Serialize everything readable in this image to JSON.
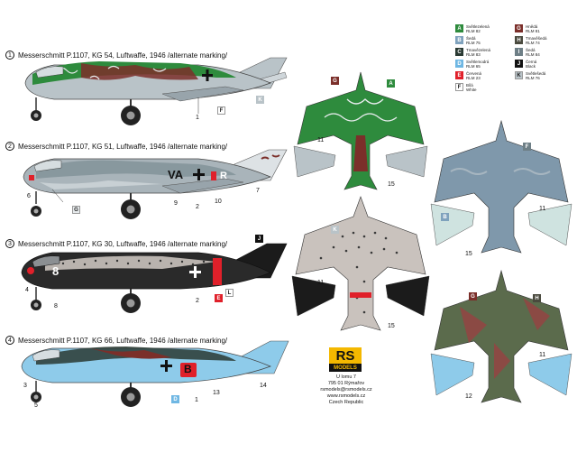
{
  "profiles": [
    {
      "num": "1",
      "title": "Messerschmitt P.1107, KG 54, Luftwaffe, 1946 /alternate marking/"
    },
    {
      "num": "2",
      "title": "Messerschmitt P.1107, KG 51, Luftwaffe, 1946 /alternate marking/"
    },
    {
      "num": "3",
      "title": "Messerschmitt P.1107, KG 30, Luftwaffe, 1946 /alternate marking/"
    },
    {
      "num": "4",
      "title": "Messerschmitt P.1107, KG 66, Luftwaffe, 1946 /alternate marking/"
    }
  ],
  "codes": {
    "p2_letters_left": "VA",
    "p2_letter_right": "R",
    "p3_number": "8",
    "p4_letter": "B"
  },
  "callouts": {
    "c1": "1",
    "c2": "2",
    "c3": "3",
    "c4": "4",
    "c5": "5",
    "c6": "6",
    "c7": "7",
    "c8": "8",
    "c9": "9",
    "c10": "10",
    "c11": "11",
    "c12": "12",
    "c13": "13",
    "c14": "14",
    "c15": "15"
  },
  "legend": [
    {
      "code": "A",
      "color": "#2e8b3d",
      "line1": "Světlezelená",
      "line2": "RLM 82"
    },
    {
      "code": "G",
      "color": "#7b2f2a",
      "line1": "Hnědá",
      "line2": "RLM 81"
    },
    {
      "code": "B",
      "color": "#7fa2bd",
      "line1": "Šedá",
      "line2": "RLM 75"
    },
    {
      "code": "H",
      "color": "#4a4a3e",
      "line1": "Tmavěšedá",
      "line2": "RLM 74"
    },
    {
      "code": "C",
      "color": "#2a3a33",
      "line1": "Tmavězelená",
      "line2": "RLM 83"
    },
    {
      "code": "I",
      "color": "#6e7f86",
      "line1": "Šedá",
      "line2": "RLM 84"
    },
    {
      "code": "D",
      "color": "#6fb7e3",
      "line1": "Světlemodrá",
      "line2": "RLM 65"
    },
    {
      "code": "J",
      "color": "#111111",
      "line1": "Černá",
      "line2": "Black"
    },
    {
      "code": "E",
      "color": "#e0202a",
      "line1": "Červená",
      "line2": "RLM 23"
    },
    {
      "code": "K",
      "color": "#b9c3c8",
      "line1": "Světlešedá",
      "line2": "RLM 76"
    },
    {
      "code": "F",
      "color": "#ffffff",
      "line1": "Bílá",
      "line2": "White"
    }
  ],
  "brand": {
    "logo_top": "RS",
    "logo_bottom": "MODELS"
  },
  "address": {
    "line1": "U lomu 7",
    "line2": "795 01 Rýmařov",
    "line3": "rsmodels@rsmodels.cz",
    "line4": "www.rsmodels.cz",
    "line5": "Czech Republic"
  },
  "colors": {
    "rlm82": "#2e8b3d",
    "rlm81": "#7b2f2a",
    "rlm75": "#7fa2bd",
    "rlm74": "#4a4a3e",
    "rlm76": "#b9c3c8",
    "rlm65": "#6fb7e3",
    "red": "#e0202a",
    "black": "#111111"
  }
}
